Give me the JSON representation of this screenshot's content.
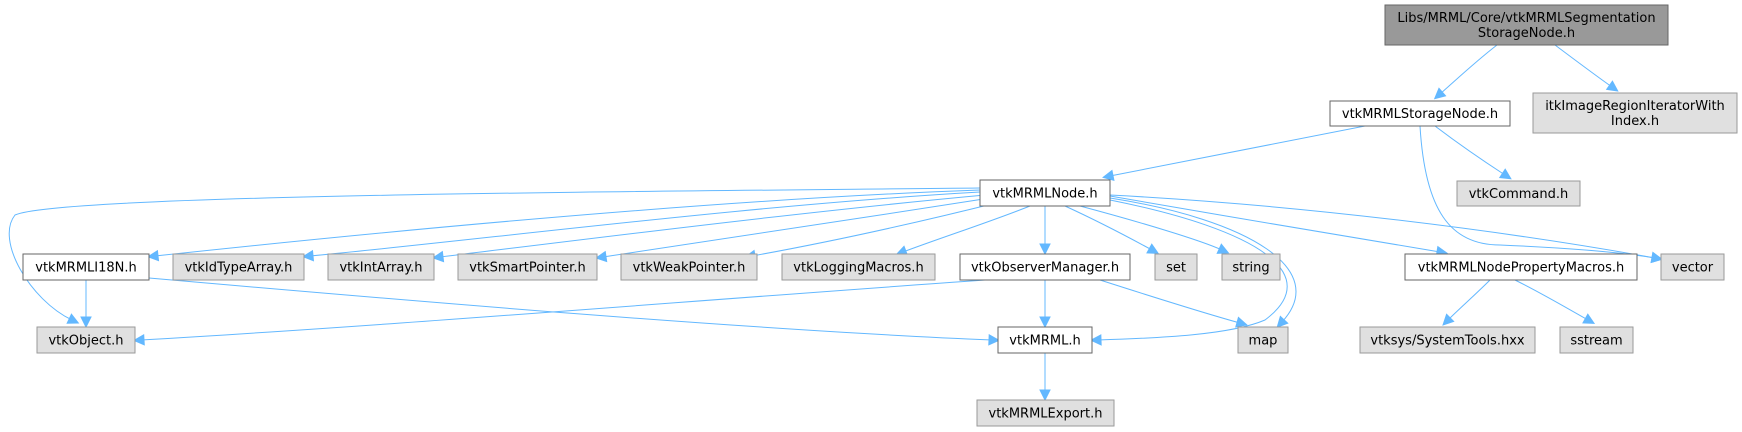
{
  "diagram": {
    "title": "Include dependency graph",
    "colors": {
      "root_fill": "#999999",
      "root_stroke": "#666666",
      "documented_fill": "#ffffff",
      "documented_stroke": "#666666",
      "external_fill": "#e0e0e0",
      "external_stroke": "#999999",
      "edge": "#63b8ff"
    },
    "nodes": [
      {
        "id": "root",
        "kind": "root",
        "lines": [
          "Libs/MRML/Core/vtkMRMLSegmentation",
          "StorageNode.h"
        ]
      },
      {
        "id": "storagenode",
        "kind": "documented",
        "lines": [
          "vtkMRMLStorageNode.h"
        ]
      },
      {
        "id": "itkiter",
        "kind": "external",
        "lines": [
          "itkImageRegionIteratorWith",
          "Index.h"
        ]
      },
      {
        "id": "mrmlnode",
        "kind": "documented",
        "lines": [
          "vtkMRMLNode.h"
        ]
      },
      {
        "id": "vtkcommand",
        "kind": "external",
        "lines": [
          "vtkCommand.h"
        ]
      },
      {
        "id": "i18n",
        "kind": "documented",
        "lines": [
          "vtkMRMLI18N.h"
        ]
      },
      {
        "id": "idtypearray",
        "kind": "external",
        "lines": [
          "vtkIdTypeArray.h"
        ]
      },
      {
        "id": "intarray",
        "kind": "external",
        "lines": [
          "vtkIntArray.h"
        ]
      },
      {
        "id": "smartpointer",
        "kind": "external",
        "lines": [
          "vtkSmartPointer.h"
        ]
      },
      {
        "id": "weakpointer",
        "kind": "external",
        "lines": [
          "vtkWeakPointer.h"
        ]
      },
      {
        "id": "loggingmacros",
        "kind": "external",
        "lines": [
          "vtkLoggingMacros.h"
        ]
      },
      {
        "id": "observermanager",
        "kind": "documented",
        "lines": [
          "vtkObserverManager.h"
        ]
      },
      {
        "id": "set",
        "kind": "external",
        "lines": [
          "set"
        ]
      },
      {
        "id": "string",
        "kind": "external",
        "lines": [
          "string"
        ]
      },
      {
        "id": "propertymacros",
        "kind": "documented",
        "lines": [
          "vtkMRMLNodePropertyMacros.h"
        ]
      },
      {
        "id": "vector",
        "kind": "external",
        "lines": [
          "vector"
        ]
      },
      {
        "id": "vtkobject",
        "kind": "external",
        "lines": [
          "vtkObject.h"
        ]
      },
      {
        "id": "vtkmrml",
        "kind": "documented",
        "lines": [
          "vtkMRML.h"
        ]
      },
      {
        "id": "map",
        "kind": "external",
        "lines": [
          "map"
        ]
      },
      {
        "id": "systemtools",
        "kind": "external",
        "lines": [
          "vtksys/SystemTools.hxx"
        ]
      },
      {
        "id": "sstream",
        "kind": "external",
        "lines": [
          "sstream"
        ]
      },
      {
        "id": "mrmlexport",
        "kind": "external",
        "lines": [
          "vtkMRMLExport.h"
        ]
      }
    ],
    "edges": [
      {
        "from": "root",
        "to": "storagenode"
      },
      {
        "from": "root",
        "to": "itkiter"
      },
      {
        "from": "storagenode",
        "to": "mrmlnode"
      },
      {
        "from": "storagenode",
        "to": "vtkcommand"
      },
      {
        "from": "storagenode",
        "to": "vector"
      },
      {
        "from": "mrmlnode",
        "to": "vtkobject"
      },
      {
        "from": "mrmlnode",
        "to": "i18n"
      },
      {
        "from": "mrmlnode",
        "to": "idtypearray"
      },
      {
        "from": "mrmlnode",
        "to": "intarray"
      },
      {
        "from": "mrmlnode",
        "to": "smartpointer"
      },
      {
        "from": "mrmlnode",
        "to": "weakpointer"
      },
      {
        "from": "mrmlnode",
        "to": "loggingmacros"
      },
      {
        "from": "mrmlnode",
        "to": "observermanager"
      },
      {
        "from": "mrmlnode",
        "to": "set"
      },
      {
        "from": "mrmlnode",
        "to": "string"
      },
      {
        "from": "mrmlnode",
        "to": "vtkmrml"
      },
      {
        "from": "mrmlnode",
        "to": "map"
      },
      {
        "from": "mrmlnode",
        "to": "propertymacros"
      },
      {
        "from": "mrmlnode",
        "to": "vector"
      },
      {
        "from": "i18n",
        "to": "vtkobject"
      },
      {
        "from": "i18n",
        "to": "vtkmrml"
      },
      {
        "from": "observermanager",
        "to": "vtkobject"
      },
      {
        "from": "observermanager",
        "to": "vtkmrml"
      },
      {
        "from": "observermanager",
        "to": "map"
      },
      {
        "from": "vtkmrml",
        "to": "mrmlexport"
      },
      {
        "from": "propertymacros",
        "to": "systemtools"
      },
      {
        "from": "propertymacros",
        "to": "sstream"
      }
    ]
  }
}
